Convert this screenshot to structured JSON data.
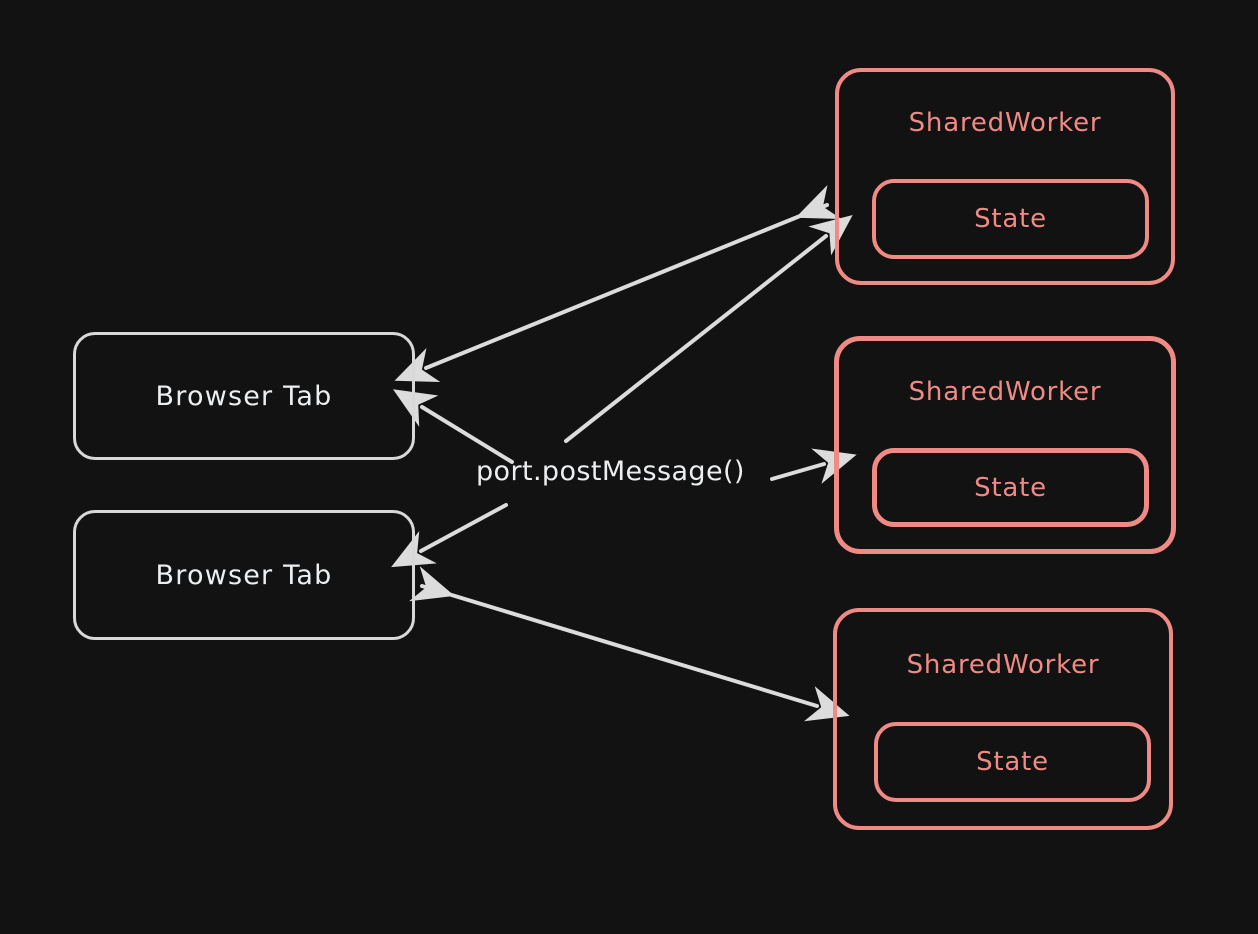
{
  "diagram": {
    "title": "SharedWorker messaging diagram",
    "background_color": "#121212",
    "tab_stroke_color": "#d8d8d8",
    "worker_stroke_color": "#ef8a85",
    "arrow_color": "#dcdcdc",
    "edge_label": "port.postMessage()",
    "browser_tabs": [
      {
        "label": "Browser Tab"
      },
      {
        "label": "Browser Tab"
      }
    ],
    "shared_workers": [
      {
        "label": "SharedWorker",
        "state_label": "State"
      },
      {
        "label": "SharedWorker",
        "state_label": "State"
      },
      {
        "label": "SharedWorker",
        "state_label": "State"
      }
    ],
    "connections": [
      {
        "from": "shared-worker-1",
        "to": "browser-tab-1",
        "direction": "bidirectional"
      },
      {
        "from": "port-post-message-label",
        "to": "shared-worker-1",
        "direction": "forward"
      },
      {
        "from": "port-post-message-label",
        "to": "browser-tab-1",
        "direction": "forward"
      },
      {
        "from": "port-post-message-label",
        "to": "shared-worker-2",
        "direction": "forward"
      },
      {
        "from": "port-post-message-label",
        "to": "browser-tab-2",
        "direction": "forward"
      },
      {
        "from": "browser-tab-2",
        "to": "shared-worker-3",
        "direction": "bidirectional"
      }
    ]
  }
}
